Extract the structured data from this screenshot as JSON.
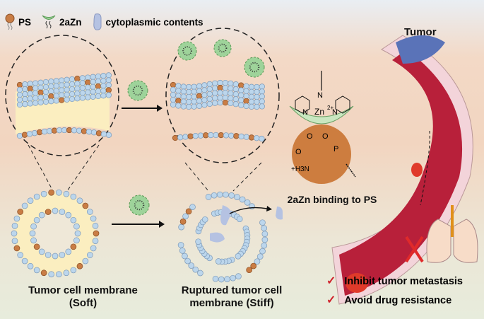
{
  "legend": {
    "items": [
      {
        "icon": "ps-lipid-icon",
        "label": "PS"
      },
      {
        "icon": "2azn-icon",
        "label": "2aZn"
      },
      {
        "icon": "cytoplasmic-contents-icon",
        "label": "cytoplasmic contents"
      }
    ]
  },
  "labels": {
    "soft_membrane_line1": "Tumor cell membrane",
    "soft_membrane_line2": "(Soft)",
    "stiff_membrane_line1": "Ruptured tumor cell",
    "stiff_membrane_line2": "membrane (Stiff)",
    "binding": "2aZn binding to PS",
    "tumor": "Tumor"
  },
  "chemistry": {
    "n": "N",
    "zn": "Zn",
    "zn_charge": "2+",
    "o_minus": "O",
    "o": "O",
    "p": "P",
    "amine": "+H3N"
  },
  "outcomes": [
    {
      "icon": "checkmark-icon",
      "text": "Inhibit tumor metastasis"
    },
    {
      "icon": "checkmark-icon",
      "text": "Avoid drug resistance"
    }
  ],
  "colors": {
    "ps_head": "#c97d45",
    "lipid_head": "#bcd6ec",
    "zn_green": "#9ed39a",
    "vessel": "#b8203a",
    "tumor_blue": "#5a73b8",
    "check_red": "#d0202a"
  }
}
